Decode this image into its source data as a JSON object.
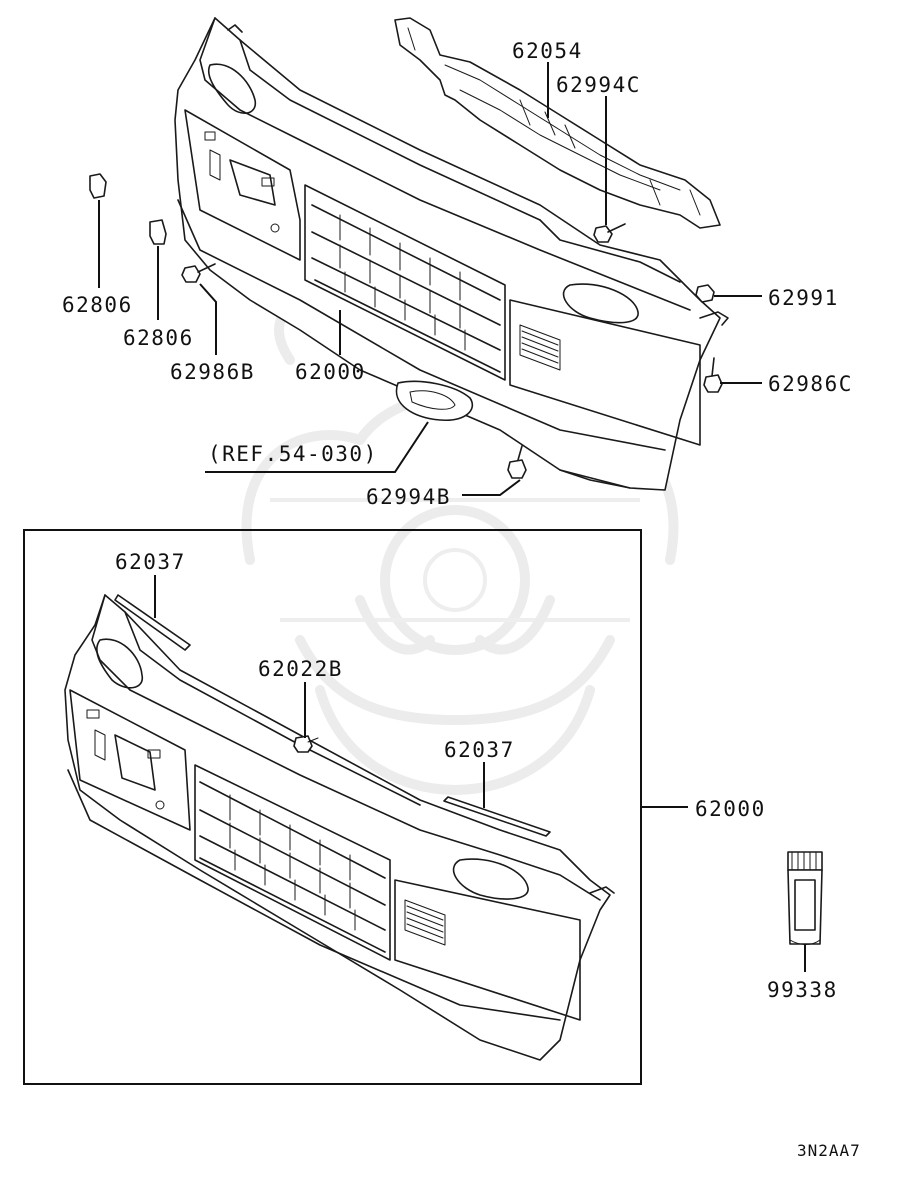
{
  "diagram": {
    "labels": {
      "p62054": "62054",
      "p62994C": "62994C",
      "p62806a": "62806",
      "p62806b": "62806",
      "p62986B": "62986B",
      "p62000_top": "62000",
      "p62991": "62991",
      "p62986C": "62986C",
      "ref": "(REF.54-030)",
      "p62994B": "62994B",
      "p62037a": "62037",
      "p62022B": "62022B",
      "p62037b": "62037",
      "p62000_box": "62000",
      "p99338": "99338"
    },
    "diagram_code": "3N2AA7"
  }
}
